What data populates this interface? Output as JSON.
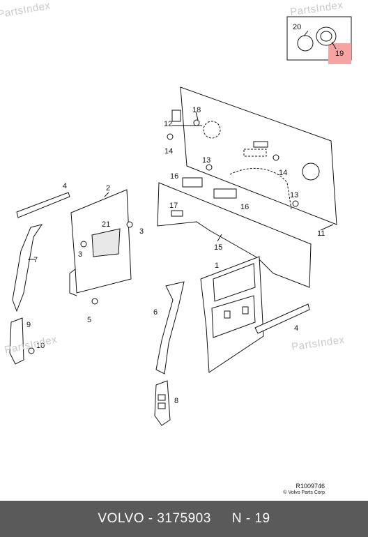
{
  "watermark": "PartsIndex",
  "callouts": {
    "c1": "1",
    "c2": "2",
    "c3a": "3",
    "c3b": "3",
    "c4a": "4",
    "c4b": "4",
    "c5": "5",
    "c6": "6",
    "c7": "7",
    "c8": "8",
    "c9": "9",
    "c10": "10",
    "c11": "11",
    "c12": "12",
    "c13a": "13",
    "c13b": "13",
    "c14a": "14",
    "c14b": "14",
    "c15": "15",
    "c16a": "16",
    "c16b": "16",
    "c17": "17",
    "c18": "18",
    "c19": "19",
    "c20": "20",
    "c21": "21"
  },
  "highlighted_callout": "19",
  "reference": {
    "code": "R1009746",
    "copyright": "© Volvo Parts Corp"
  },
  "footer": {
    "part": "VOLVO - 3175903",
    "position": "N - 19"
  },
  "colors": {
    "highlight": "#f5a3a3",
    "footer_bg": "#5a5a5a",
    "watermark": "#c9c9c9"
  }
}
